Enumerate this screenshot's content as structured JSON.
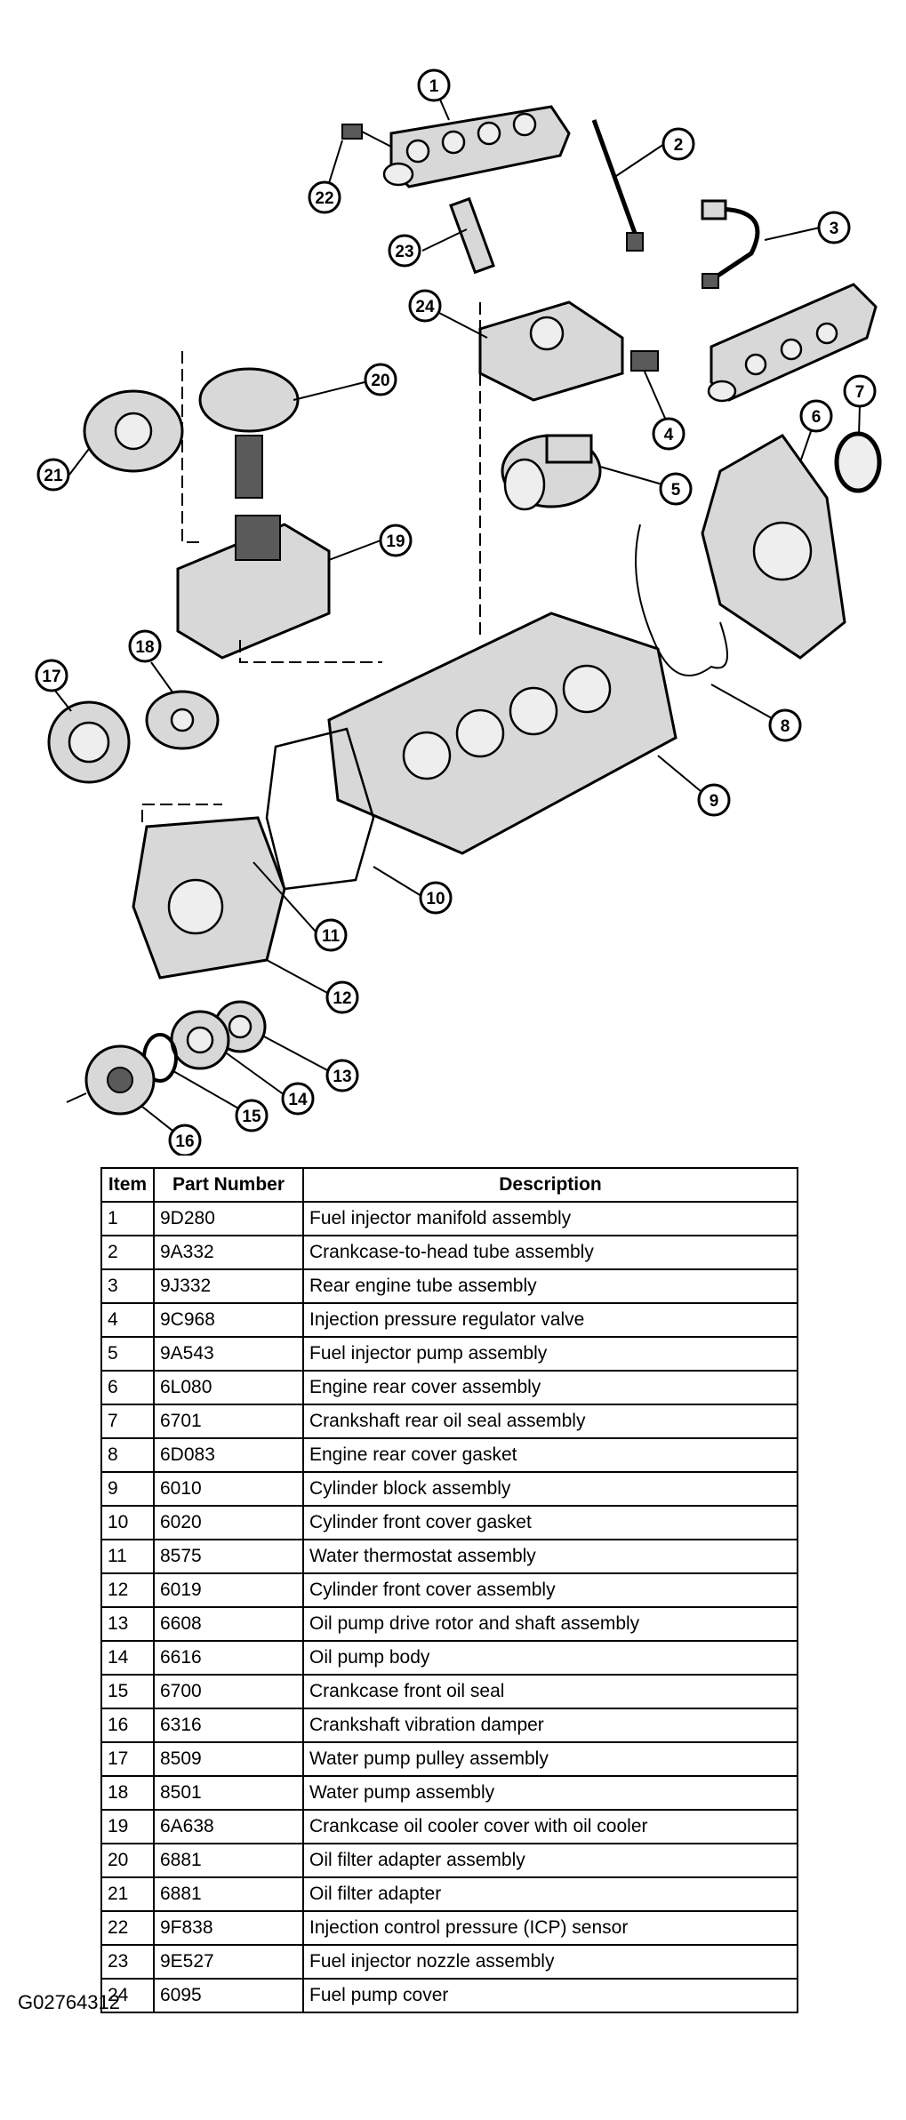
{
  "table": {
    "headers": {
      "item": "Item",
      "part_number": "Part Number",
      "description": "Description"
    },
    "rows": [
      {
        "item": "1",
        "part_number": "9D280",
        "description": "Fuel injector manifold assembly"
      },
      {
        "item": "2",
        "part_number": "9A332",
        "description": "Crankcase-to-head tube assembly"
      },
      {
        "item": "3",
        "part_number": "9J332",
        "description": "Rear engine tube assembly"
      },
      {
        "item": "4",
        "part_number": "9C968",
        "description": "Injection pressure regulator valve"
      },
      {
        "item": "5",
        "part_number": "9A543",
        "description": "Fuel injector pump assembly"
      },
      {
        "item": "6",
        "part_number": "6L080",
        "description": "Engine rear cover assembly"
      },
      {
        "item": "7",
        "part_number": "6701",
        "description": "Crankshaft rear oil seal assembly"
      },
      {
        "item": "8",
        "part_number": "6D083",
        "description": "Engine rear cover gasket"
      },
      {
        "item": "9",
        "part_number": "6010",
        "description": "Cylinder block assembly"
      },
      {
        "item": "10",
        "part_number": "6020",
        "description": "Cylinder front cover gasket"
      },
      {
        "item": "11",
        "part_number": "8575",
        "description": "Water thermostat assembly"
      },
      {
        "item": "12",
        "part_number": "6019",
        "description": "Cylinder front cover assembly"
      },
      {
        "item": "13",
        "part_number": "6608",
        "description": "Oil pump drive rotor and shaft assembly"
      },
      {
        "item": "14",
        "part_number": "6616",
        "description": "Oil pump body"
      },
      {
        "item": "15",
        "part_number": "6700",
        "description": "Crankcase front oil seal"
      },
      {
        "item": "16",
        "part_number": "6316",
        "description": "Crankshaft vibration damper"
      },
      {
        "item": "17",
        "part_number": "8509",
        "description": "Water pump pulley assembly"
      },
      {
        "item": "18",
        "part_number": "8501",
        "description": "Water pump assembly"
      },
      {
        "item": "19",
        "part_number": "6A638",
        "description": "Crankcase oil cooler cover with oil cooler"
      },
      {
        "item": "20",
        "part_number": "6881",
        "description": "Oil filter adapter assembly"
      },
      {
        "item": "21",
        "part_number": "6881",
        "description": "Oil filter adapter"
      },
      {
        "item": "22",
        "part_number": "9F838",
        "description": "Injection control pressure (ICP) sensor"
      },
      {
        "item": "23",
        "part_number": "9E527",
        "description": "Fuel injector nozzle assembly"
      },
      {
        "item": "24",
        "part_number": "6095",
        "description": "Fuel pump cover"
      }
    ]
  },
  "callouts": [
    {
      "label": "1"
    },
    {
      "label": "2"
    },
    {
      "label": "3"
    },
    {
      "label": "4"
    },
    {
      "label": "5"
    },
    {
      "label": "6"
    },
    {
      "label": "7"
    },
    {
      "label": "8"
    },
    {
      "label": "9"
    },
    {
      "label": "10"
    },
    {
      "label": "11"
    },
    {
      "label": "12"
    },
    {
      "label": "13"
    },
    {
      "label": "14"
    },
    {
      "label": "15"
    },
    {
      "label": "16"
    },
    {
      "label": "17"
    },
    {
      "label": "18"
    },
    {
      "label": "19"
    },
    {
      "label": "20"
    },
    {
      "label": "21"
    },
    {
      "label": "22"
    },
    {
      "label": "23"
    },
    {
      "label": "24"
    }
  ],
  "figure_id": "G02764312"
}
